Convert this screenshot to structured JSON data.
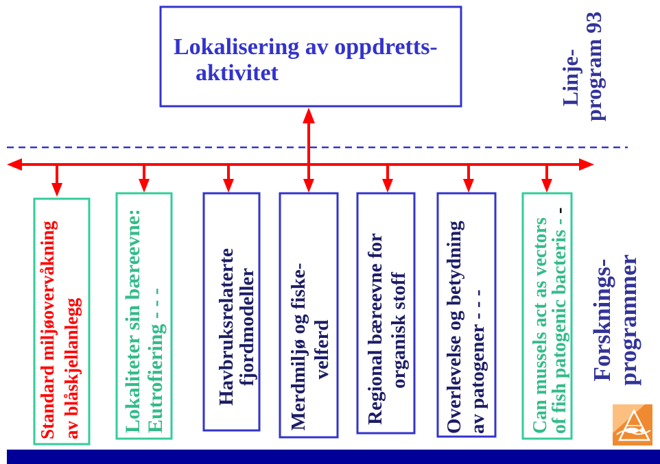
{
  "title_box": {
    "line1": "Lokalisering av oppdretts-",
    "line2": "aktivitet"
  },
  "side_labels": {
    "upper": {
      "line1": "Linje-",
      "line2": "program 93"
    },
    "lower": {
      "line1": "Forsknings-",
      "line2": "programmer"
    }
  },
  "programs": [
    {
      "line1": "Standard miljøovervåkning",
      "line2": "av blåskjellanlegg",
      "text_color": "#ff0000",
      "border_color": "#33cc99"
    },
    {
      "line1": "Lokaliteter sin bæreevne:",
      "line2": "Eutrofiering - - -",
      "text_color": "#33bb88",
      "border_color": "#33cc99"
    },
    {
      "line1": "Havbruksrelaterte",
      "line2": "fjordmodeller",
      "text_color": "#1c1c66",
      "border_color": "#3333cc"
    },
    {
      "line1": "Merdmiljø og fiske-",
      "line2": "velferd",
      "text_color": "#1c1c66",
      "border_color": "#3333cc"
    },
    {
      "line1": "Regional bæreevne for",
      "line2": "organisk stoff",
      "text_color": "#1c1c66",
      "border_color": "#3333cc"
    },
    {
      "line1": "Overlevelse og betydning",
      "line2": "av patogener - - -",
      "text_color": "#1c1c66",
      "border_color": "#3333cc"
    },
    {
      "line1": "Can mussels act as vectors",
      "line2": "of fish patogenic bacteris -",
      "line2_trailing": " -",
      "trailing_color": "#000000",
      "text_color": "#33bb88",
      "border_color": "#33cc99"
    }
  ],
  "colors": {
    "accent_blue": "#3333cc",
    "arrow_red": "#ff0000",
    "box_green": "#33cc99",
    "text_green": "#33bb88",
    "text_navy": "#1c1c66",
    "label_blue": "#333399",
    "footer_bar": "#000099",
    "logo_orange": "#f08a30",
    "logo_light": "#ffc88e"
  },
  "logo": {
    "icon": "fish-pyramid-logo-icon"
  }
}
